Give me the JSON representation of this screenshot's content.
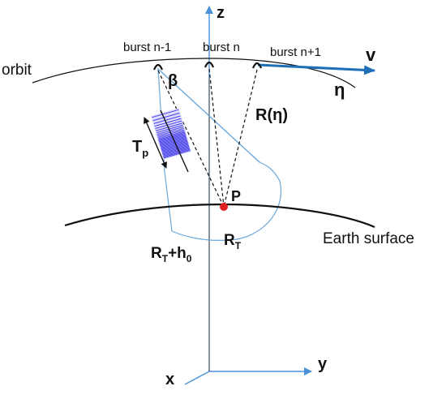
{
  "colors": {
    "axis_blue": "#4a90d9",
    "velocity_blue": "#1f6fb8",
    "beam_outline": "#6aa8dc",
    "pulse_violet": "#4a42e8",
    "target_red": "#e02020",
    "line_black": "#111111"
  },
  "labels": {
    "axis_z": "z",
    "axis_x": "x",
    "axis_y": "y",
    "orbit": "orbit",
    "velocity": "v",
    "eta": "η",
    "burst_prev": "burst n-1",
    "burst_curr": "burst n",
    "burst_next": "burst n+1",
    "beta": "β",
    "range": "R(η)",
    "pulse_T": "T",
    "pulse_sub": "p",
    "target": "P",
    "earth_surface": "Earth surface",
    "RT": "R",
    "RT_sub": "T",
    "RTh0_a": "R",
    "RTh0_a_sub": "T",
    "RTh0_plus": "+h",
    "RTh0_b_sub": "0"
  }
}
